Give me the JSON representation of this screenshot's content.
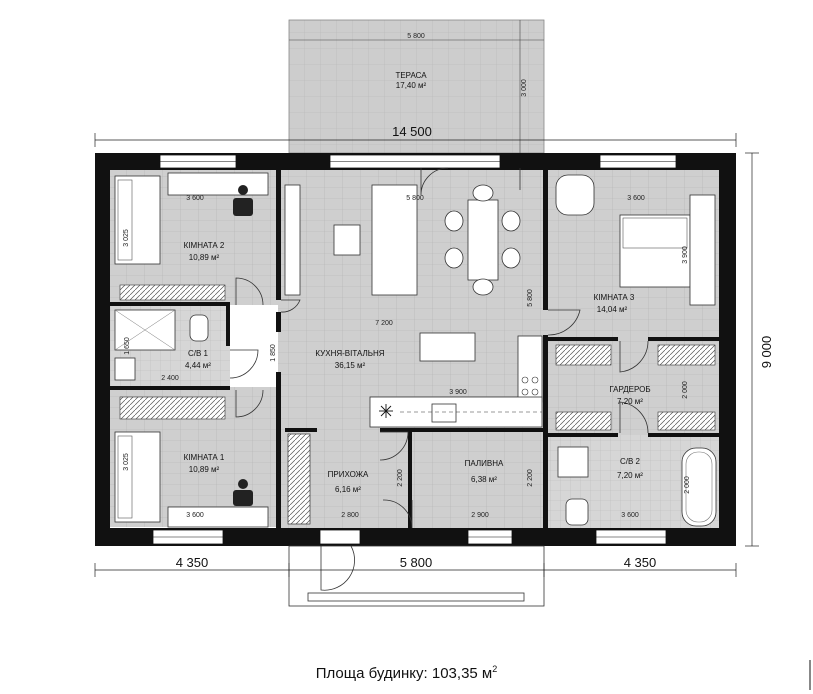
{
  "plan": {
    "rooms": {
      "terrace": {
        "name": "ТЕРАСА",
        "area": "17,40 м²"
      },
      "bedroom2": {
        "name": "КІМНАТА 2",
        "area": "10,89 м²"
      },
      "bath1": {
        "name": "С/В 1",
        "area": "4,44 м²"
      },
      "bedroom1": {
        "name": "КІМНАТА 1",
        "area": "10,89 м²"
      },
      "kitchen": {
        "name": "КУХНЯ-ВІТАЛЬНЯ",
        "area": "36,15 м²"
      },
      "hall": {
        "name": "ПРИХОЖА",
        "area": "6,16 м²"
      },
      "boiler": {
        "name": "ПАЛИВНА",
        "area": "6,38 м²"
      },
      "bedroom3": {
        "name": "КІМНАТА 3",
        "area": "14,04 м²"
      },
      "wardrobe": {
        "name": "ГАРДЕРОБ",
        "area": "7,20 м²"
      },
      "bath2": {
        "name": "С/В 2",
        "area": "7,20 м²"
      }
    },
    "dims": {
      "total_width": "14 500",
      "total_depth": "9 000",
      "bottom_left": "4 350",
      "bottom_mid": "5 800",
      "bottom_right": "4 350",
      "terrace_w": "5 800",
      "terrace_d": "3 000",
      "bed2_w": "3 600",
      "bed2_d": "3 025",
      "bath1_d": "1 650",
      "bath1_w": "2 400",
      "corr_d": "1 850",
      "bed1_d": "3 025",
      "bed1_w": "3 600",
      "kitchen_w_top": "5 800",
      "kitchen_w_mid": "7 200",
      "kitchen_d": "5 800",
      "kitchen_3900": "3 900",
      "hall_d": "2 200",
      "hall_w": "2 800",
      "boiler_w": "2 900",
      "boiler_d": "2 200",
      "bed3_w": "3 600",
      "bed3_d": "3 900",
      "ward_d": "2 000",
      "bath2_d": "2 000",
      "bath2_w": "3 600"
    }
  },
  "footer": {
    "label": "Площа будинку: 103,35 м",
    "sup": "2"
  }
}
